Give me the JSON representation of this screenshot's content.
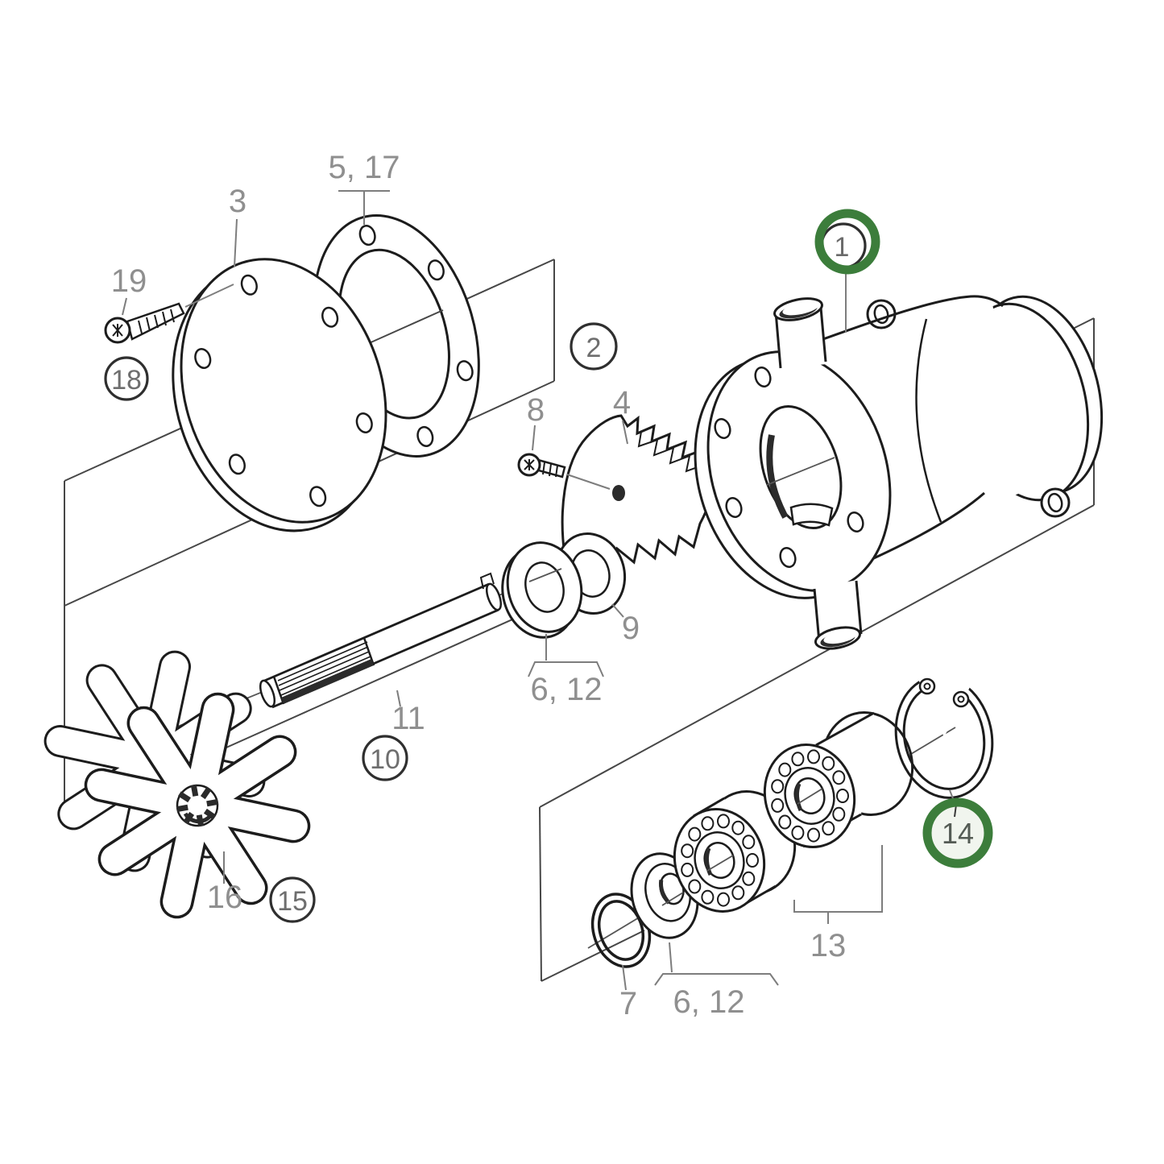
{
  "diagram": {
    "type": "exploded-parts-diagram",
    "subject": "raw-water-pump",
    "background": "#ffffff",
    "colors": {
      "part_line": "#1c1c1c",
      "label_text": "#8f8f8f",
      "leader_line": "#7d7d7d",
      "sheet_line": "#474747",
      "callout_circle": "#2f2f2f",
      "highlight_ring": "#3c7d3b",
      "highlight_fill": "#f1f5ee",
      "highlight_text": "#545b54"
    },
    "callouts": {
      "c5_17": "5, 17",
      "c3": "3",
      "c19": "19",
      "c18": "18",
      "c2": "2",
      "c8": "8",
      "c4": "4",
      "c1": "1",
      "c9": "9",
      "c6_12_upper": "6, 12",
      "c11": "11",
      "c10": "10",
      "c16": "16",
      "c15": "15",
      "c7": "7",
      "c6_12_lower": "6, 12",
      "c13": "13",
      "c14": "14"
    },
    "highlighted_callouts": [
      "1",
      "14"
    ],
    "circled_callouts": [
      "18",
      "2",
      "10",
      "15"
    ],
    "parts": [
      {
        "callout": "1",
        "name": "pump-housing"
      },
      {
        "callout": "3",
        "name": "end-cover-plate"
      },
      {
        "callout": "5, 17",
        "name": "cover-gasket"
      },
      {
        "callout": "19",
        "name": "cover-screw"
      },
      {
        "callout": "4",
        "name": "cam"
      },
      {
        "callout": "8",
        "name": "cam-screw"
      },
      {
        "callout": "9",
        "name": "inner-seal-ring"
      },
      {
        "callout": "11",
        "name": "drive-shaft"
      },
      {
        "callout": "16",
        "name": "impeller"
      },
      {
        "callout": "7",
        "name": "o-ring"
      },
      {
        "callout": "6, 12",
        "name": "shaft-seal"
      },
      {
        "callout": "13",
        "name": "roller-bearings"
      },
      {
        "callout": "14",
        "name": "circlip"
      }
    ]
  }
}
